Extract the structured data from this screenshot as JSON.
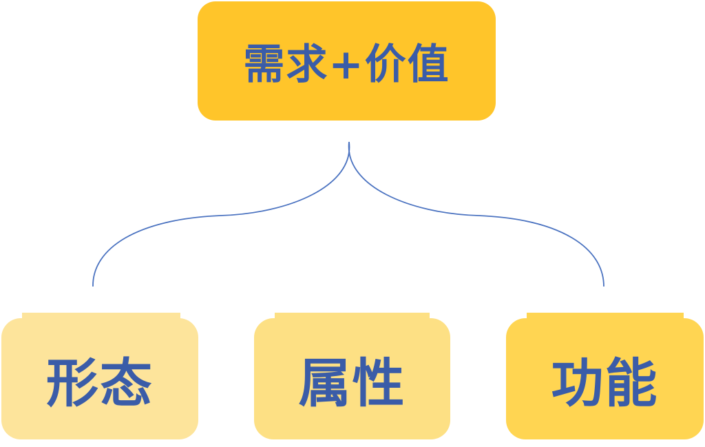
{
  "root": {
    "label": "需求+价值",
    "color": "#ffc52a"
  },
  "children": [
    {
      "label": "形态",
      "color": "#fde49b"
    },
    {
      "label": "属性",
      "color": "#fde084"
    },
    {
      "label": "功能",
      "color": "#ffd552"
    }
  ],
  "colors": {
    "text": "#3a5ca8",
    "connector": "#4a72c0"
  }
}
